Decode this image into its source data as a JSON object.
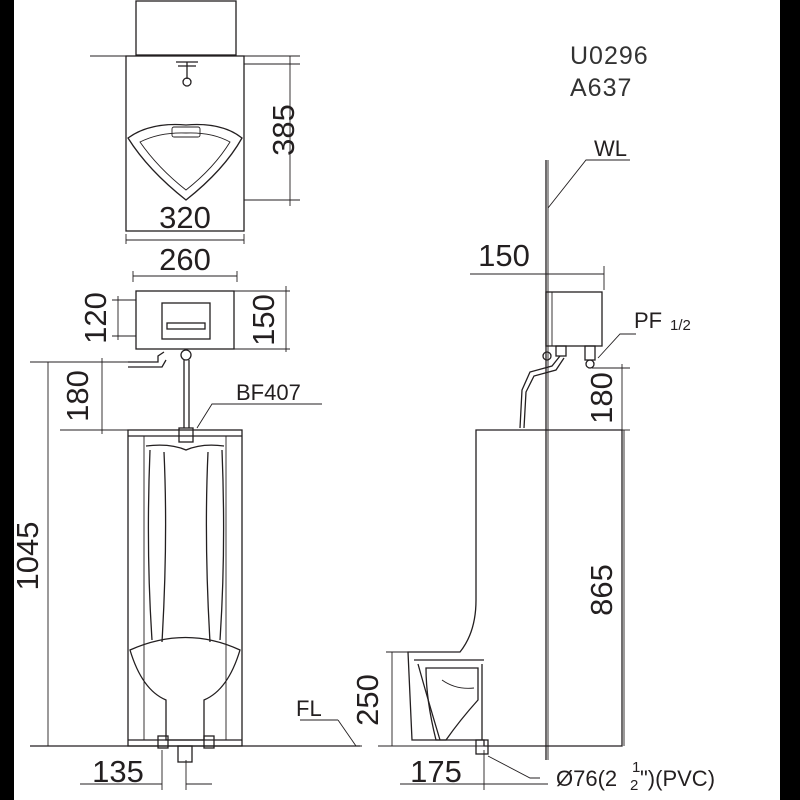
{
  "model_codes": [
    "U0296",
    "A637"
  ],
  "labels": {
    "water_level": "WL",
    "floor_level": "FL",
    "valve": "BF407",
    "pipe_thread": "PF",
    "pipe_thread_size": "1/2",
    "drain_prefix": "Ø76(2",
    "drain_frac_num": "1",
    "drain_frac_den": "2",
    "drain_suffix": "\")(PVC)"
  },
  "dimensions": {
    "top_height": "385",
    "top_width": "320",
    "valve_width": "260",
    "valve_left_height": "120",
    "valve_right_height": "150",
    "supply_height_front": "180",
    "total_height": "1045",
    "drain_offset_front": "135",
    "wall_offset": "150",
    "supply_height_side": "180",
    "side_height": "865",
    "lip_height": "250",
    "drain_offset_side": "175"
  },
  "colors": {
    "line": "#231f20",
    "background": "#ffffff",
    "border": "#000000"
  }
}
